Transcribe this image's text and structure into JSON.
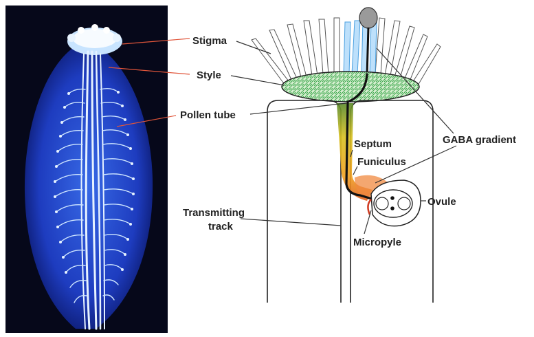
{
  "labels": {
    "stigma": "Stigma",
    "style": "Style",
    "pollen_tube": "Pollen tube",
    "septum": "Septum",
    "funiculus": "Funiculus",
    "gaba_gradient": "GABA gradient",
    "ovule": "Ovule",
    "transmitting_track_line1": "Transmitting",
    "transmitting_track_line2": "track",
    "micropyle": "Micropyle"
  },
  "colors": {
    "photo_background": "#06081a",
    "tissue_blue": "#1f3fc8",
    "pollen_tube_white": "#e6f2ff",
    "leader_line_photo": "#e0553a",
    "style_green": "#3aa64a",
    "stigma_blue": "#4aa0e0",
    "gradient_yellow": "#f0c020",
    "gradient_orange": "#e06020",
    "outline": "#222222"
  }
}
